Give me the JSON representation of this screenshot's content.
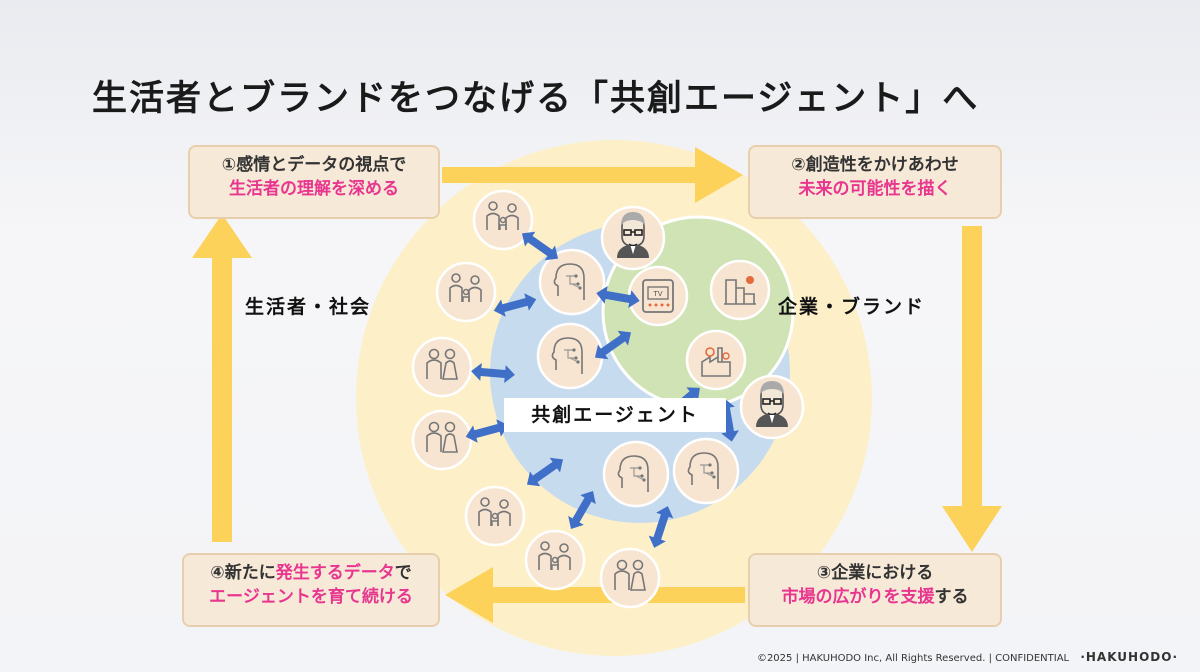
{
  "title": "生活者とブランドをつなげる「共創エージェント」へ",
  "steps": {
    "s1": {
      "line1": "①感情とデータの視点で",
      "line2": "生活者の理解を深める"
    },
    "s2": {
      "line1": "②創造性をかけあわせ",
      "line2": "未来の可能性を描く"
    },
    "s3": {
      "line1": "③企業における",
      "line2a": "市場の広がりを支援",
      "line2b": "する"
    },
    "s4": {
      "line1a": "④新たに",
      "line1b": "発生するデータ",
      "line1c": "で",
      "line2": "エージェントを育て続ける"
    }
  },
  "labels": {
    "consumers": "生活者・社会",
    "brands": "企業・ブランド",
    "agent": "共創エージェント"
  },
  "icons": {
    "tv": "TV"
  },
  "colors": {
    "arrow_yellow": "#fdd25a",
    "outer_circle": "#fdf0c8",
    "mid_circle": "#c7dbef",
    "inner_circle": "#cfe3b4",
    "double_arrow": "#3f6fc6",
    "highlight_pink": "#e8368f"
  },
  "footer": {
    "copyright": "©2025 | HAKUHODO  Inc, All  Rights  Reserved. | CONFIDENTIAL",
    "logo": "·HAKUHODO·"
  }
}
